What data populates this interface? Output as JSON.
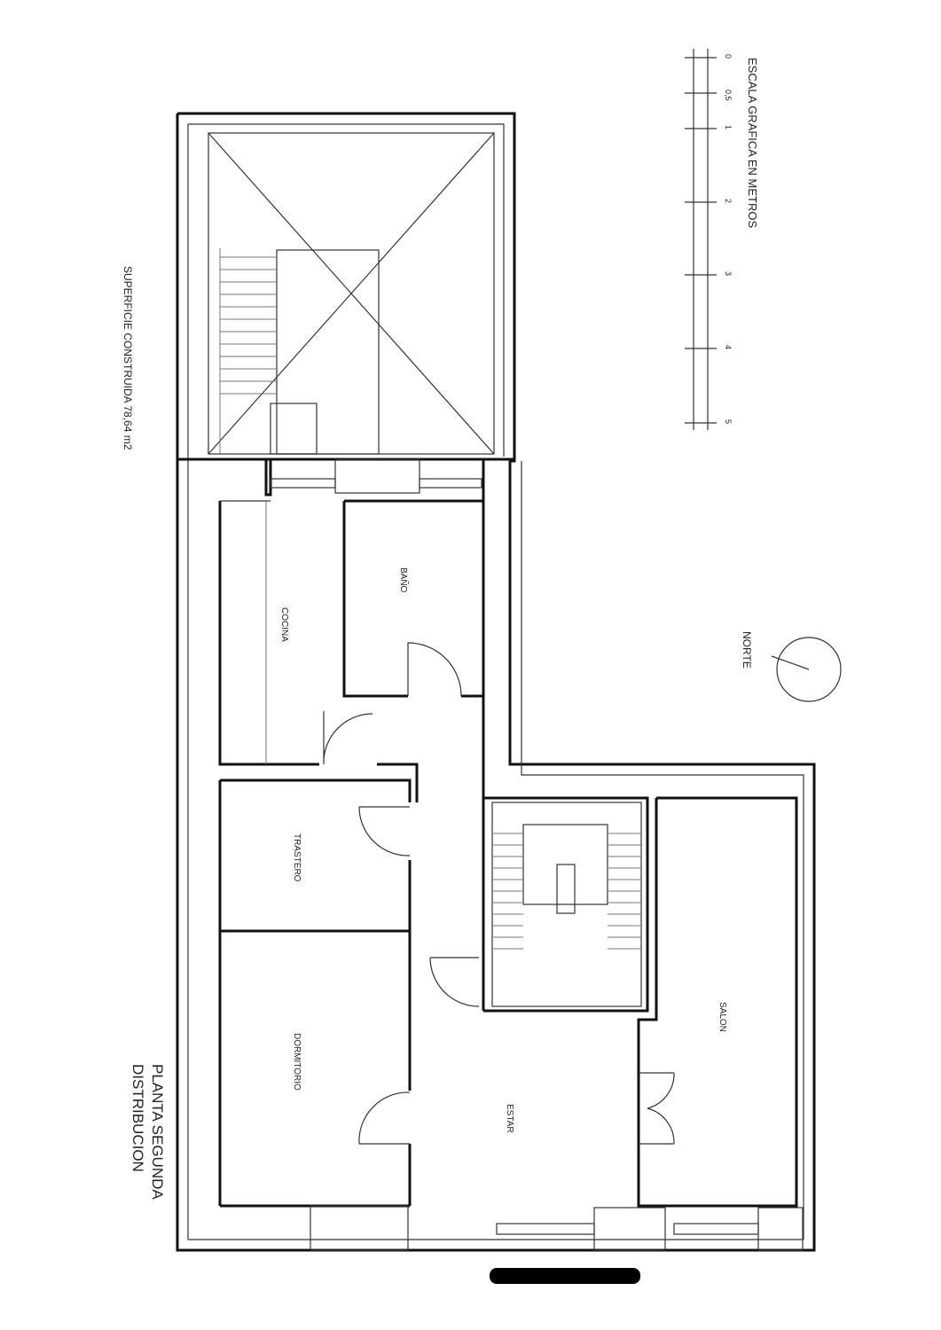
{
  "title": {
    "line1": "PLANTA SEGUNDA",
    "line2": "DISTRIBUCION"
  },
  "surface": "SUPERFICIE CONSTRUIDA 78,64 m2",
  "scale": {
    "title": "ESCALA GRAFICA EN METROS",
    "ticks": [
      "0",
      "0,5",
      "1",
      "2",
      "3",
      "4",
      "5"
    ]
  },
  "north": "NORTE",
  "rooms": {
    "cocina": "COCINA",
    "bano": "BAÑO",
    "trastero": "TRASTERO",
    "dormitorio": "DORMITORIO",
    "estar": "ESTAR",
    "salon": "SALON"
  }
}
